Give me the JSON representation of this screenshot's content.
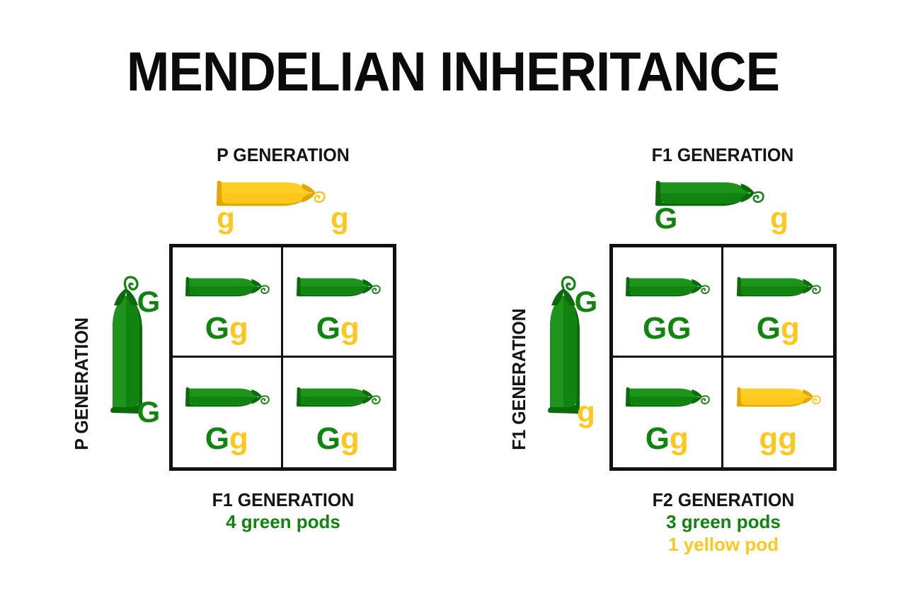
{
  "colors": {
    "green": "#10840f",
    "pod_green_light": "#2aa32a",
    "pod_green_dark": "#0b6b0b",
    "yellow": "#ffc71c",
    "pod_yellow_light": "#ffd52e",
    "pod_yellow_dark": "#e0a800",
    "black": "#141414",
    "grid_line": "#111111",
    "background": "#ffffff"
  },
  "title": "MENDELIAN INHERITANCE",
  "panels": [
    {
      "id": "left",
      "top_header": "P GENERATION",
      "top_parent_pod_color": "yellow",
      "top_parent_pod_icon": "pea-pod-horizontal-icon",
      "column_alleles": [
        {
          "label": "g",
          "color": "yellow"
        },
        {
          "label": "g",
          "color": "yellow"
        }
      ],
      "side_header": "P GENERATION",
      "side_parent_pod_color": "green",
      "side_parent_pod_icon": "pea-pod-vertical-icon",
      "row_alleles": [
        {
          "label": "G",
          "color": "green"
        },
        {
          "label": "G",
          "color": "green"
        }
      ],
      "cells": [
        {
          "pod_color": "green",
          "alleles": [
            {
              "label": "G",
              "color": "green"
            },
            {
              "label": "g",
              "color": "yellow"
            }
          ]
        },
        {
          "pod_color": "green",
          "alleles": [
            {
              "label": "G",
              "color": "green"
            },
            {
              "label": "g",
              "color": "yellow"
            }
          ]
        },
        {
          "pod_color": "green",
          "alleles": [
            {
              "label": "G",
              "color": "green"
            },
            {
              "label": "g",
              "color": "yellow"
            }
          ]
        },
        {
          "pod_color": "green",
          "alleles": [
            {
              "label": "G",
              "color": "green"
            },
            {
              "label": "g",
              "color": "yellow"
            }
          ]
        }
      ],
      "footer_title": "F1 GENERATION",
      "footer_lines": [
        {
          "text": "4 green pods",
          "color": "green"
        }
      ]
    },
    {
      "id": "right",
      "top_header": "F1 GENERATION",
      "top_parent_pod_color": "green",
      "top_parent_pod_icon": "pea-pod-horizontal-icon",
      "column_alleles": [
        {
          "label": "G",
          "color": "green"
        },
        {
          "label": "g",
          "color": "yellow"
        }
      ],
      "side_header": "F1 GENERATION",
      "side_parent_pod_color": "green",
      "side_parent_pod_icon": "pea-pod-vertical-icon",
      "row_alleles": [
        {
          "label": "G",
          "color": "green"
        },
        {
          "label": "g",
          "color": "yellow"
        }
      ],
      "cells": [
        {
          "pod_color": "green",
          "alleles": [
            {
              "label": "G",
              "color": "green"
            },
            {
              "label": "G",
              "color": "green"
            }
          ]
        },
        {
          "pod_color": "green",
          "alleles": [
            {
              "label": "G",
              "color": "green"
            },
            {
              "label": "g",
              "color": "yellow"
            }
          ]
        },
        {
          "pod_color": "green",
          "alleles": [
            {
              "label": "G",
              "color": "green"
            },
            {
              "label": "g",
              "color": "yellow"
            }
          ]
        },
        {
          "pod_color": "yellow",
          "alleles": [
            {
              "label": "g",
              "color": "yellow"
            },
            {
              "label": "g",
              "color": "yellow"
            }
          ]
        }
      ],
      "footer_title": "F2 GENERATION",
      "footer_lines": [
        {
          "text": "3 green pods",
          "color": "green"
        },
        {
          "text": "1 yellow pod",
          "color": "yellow"
        }
      ]
    }
  ]
}
